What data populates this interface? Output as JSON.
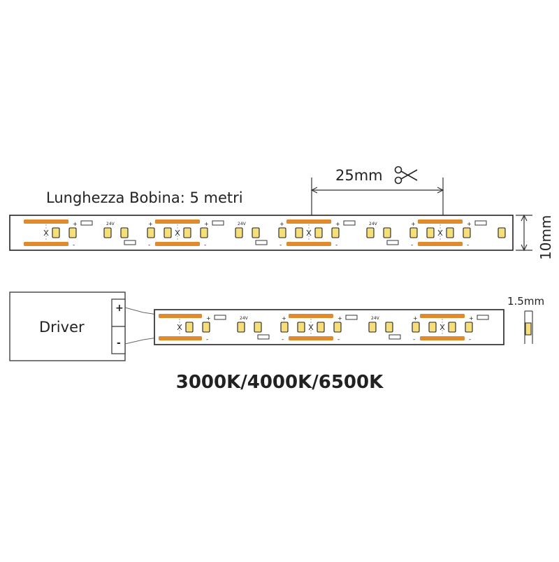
{
  "reel_length_label": "Lunghezza Bobina: 5 metri",
  "cut_interval_label": "25mm",
  "width_label": "10mm",
  "thickness_label": "1.5mm",
  "driver_label": "Driver",
  "plus_sign": "+",
  "minus_sign": "-",
  "voltage_label": "24V",
  "color_temperatures": "3000K/4000K/6500K",
  "colors": {
    "pad": "#E08A2E",
    "led_fill": "#F6DE7A",
    "ink": "#222222"
  },
  "icons": {
    "cut": "scissors-icon"
  }
}
